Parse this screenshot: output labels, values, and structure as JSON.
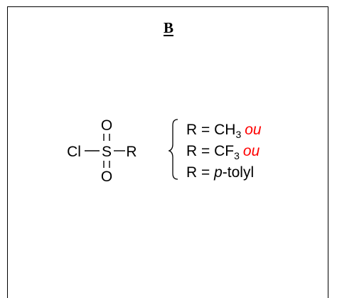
{
  "panel": {
    "label": "B"
  },
  "molecule": {
    "atoms": {
      "cl": "Cl",
      "s": "S",
      "r": "R",
      "o_top": "O",
      "o_bottom": "O"
    }
  },
  "substituents": [
    {
      "prefix": "R = CH",
      "sub": "3",
      "conj": "ou"
    },
    {
      "prefix": "R = CF",
      "sub": "3",
      "conj": "ou"
    },
    {
      "prefix": "R = ",
      "italic": "p",
      "rest": "-tolyl"
    }
  ],
  "colors": {
    "conjunction": "#ff0000",
    "text": "#000000"
  }
}
